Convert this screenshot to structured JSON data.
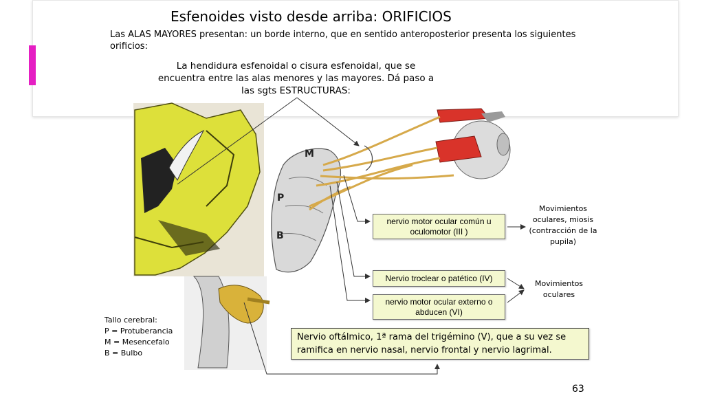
{
  "slide": {
    "title": "Esfenoides visto desde arriba: ORIFICIOS",
    "intro": "Las ALAS MAYORES presentan: un borde interno, que en sentido anteroposterior presenta los siguientes orificios:",
    "fissure_text": "La hendidura esfenoidal o cisura esfenoidal, que se encuentra entre las alas menores y las mayores. Dá paso a las sgts ESTRUCTURAS:",
    "page_number": "63"
  },
  "figure": {
    "letters": {
      "m": "M",
      "p": "P",
      "b": "B"
    }
  },
  "nerves": [
    {
      "label": "nervio motor ocular común u oculomotor (III )"
    },
    {
      "label": "Nervio troclear o patético (IV)"
    },
    {
      "label": "nervio motor ocular externo o abducen (VI)"
    }
  ],
  "ophthalmic": {
    "label": "Nervio oftálmico, 1ª rama del trigémino (V), que a su vez se ramifica en nervio nasal, nervio frontal y nervio lagrimal."
  },
  "functions": [
    {
      "label": "Movimientos oculares, miosis (contracción de la pupila)"
    },
    {
      "label": "Movimientos oculares"
    }
  ],
  "legend": {
    "title": "Tallo cerebral:",
    "items": [
      "P = Protuberancia",
      "M = Mesencefalo",
      "B = Bulbo"
    ]
  },
  "colors": {
    "accent": "#e51fc3",
    "box_fill": "#f4f8cf",
    "bone": "#dde03a",
    "nerve": "#d6a94a",
    "muscle": "#d9332a"
  }
}
